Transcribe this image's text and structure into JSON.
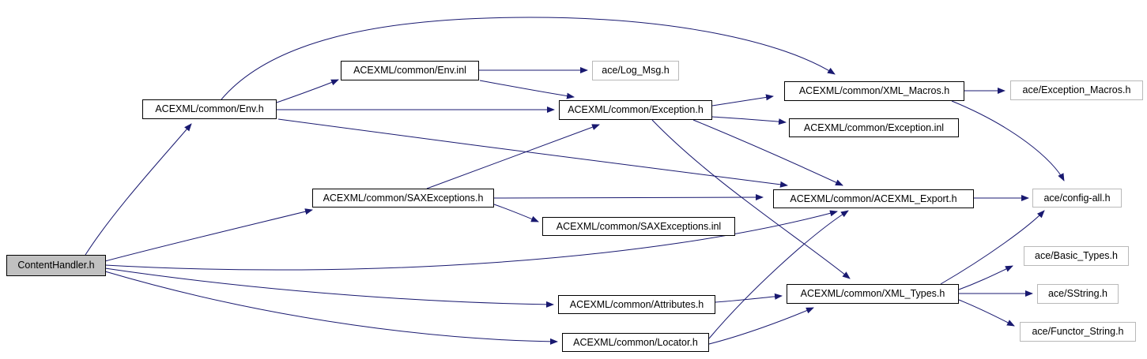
{
  "diagram": {
    "type": "include-dependency-graph",
    "root": "ContentHandler.h",
    "colors": {
      "edge": "#191970",
      "root_fill": "#c0c0c0",
      "node_fill": "#ffffff",
      "node_border": "#000000",
      "leaf_border": "#b9b9b9"
    },
    "nodes": [
      {
        "label": "ContentHandler.h",
        "kind": "root"
      },
      {
        "label": "ACEXML/common/Env.h",
        "kind": "internal"
      },
      {
        "label": "ACEXML/common/Env.inl",
        "kind": "internal"
      },
      {
        "label": "ace/Log_Msg.h",
        "kind": "external"
      },
      {
        "label": "ACEXML/common/Exception.h",
        "kind": "internal"
      },
      {
        "label": "ACEXML/common/XML_Macros.h",
        "kind": "internal"
      },
      {
        "label": "ace/Exception_Macros.h",
        "kind": "external"
      },
      {
        "label": "ACEXML/common/Exception.inl",
        "kind": "internal"
      },
      {
        "label": "ACEXML/common/SAXExceptions.h",
        "kind": "internal"
      },
      {
        "label": "ACEXML/common/SAXExceptions.inl",
        "kind": "internal"
      },
      {
        "label": "ACEXML/common/ACEXML_Export.h",
        "kind": "internal"
      },
      {
        "label": "ace/config-all.h",
        "kind": "external"
      },
      {
        "label": "ACEXML/common/Attributes.h",
        "kind": "internal"
      },
      {
        "label": "ACEXML/common/Locator.h",
        "kind": "internal"
      },
      {
        "label": "ACEXML/common/XML_Types.h",
        "kind": "internal"
      },
      {
        "label": "ace/Basic_Types.h",
        "kind": "external"
      },
      {
        "label": "ace/SString.h",
        "kind": "external"
      },
      {
        "label": "ace/Functor_String.h",
        "kind": "external"
      }
    ],
    "edges": [
      {
        "from": "ContentHandler.h",
        "to": "ACEXML/common/Env.h"
      },
      {
        "from": "ContentHandler.h",
        "to": "ACEXML/common/SAXExceptions.h"
      },
      {
        "from": "ContentHandler.h",
        "to": "ACEXML/common/ACEXML_Export.h"
      },
      {
        "from": "ContentHandler.h",
        "to": "ACEXML/common/Attributes.h"
      },
      {
        "from": "ContentHandler.h",
        "to": "ACEXML/common/Locator.h"
      },
      {
        "from": "ACEXML/common/Env.h",
        "to": "ACEXML/common/Env.inl"
      },
      {
        "from": "ACEXML/common/Env.h",
        "to": "ACEXML/common/Exception.h"
      },
      {
        "from": "ACEXML/common/Env.h",
        "to": "ACEXML/common/XML_Macros.h"
      },
      {
        "from": "ACEXML/common/Env.h",
        "to": "ACEXML/common/ACEXML_Export.h"
      },
      {
        "from": "ACEXML/common/Env.inl",
        "to": "ace/Log_Msg.h"
      },
      {
        "from": "ACEXML/common/Env.inl",
        "to": "ACEXML/common/Exception.h"
      },
      {
        "from": "ACEXML/common/Exception.h",
        "to": "ACEXML/common/XML_Macros.h"
      },
      {
        "from": "ACEXML/common/Exception.h",
        "to": "ACEXML/common/Exception.inl"
      },
      {
        "from": "ACEXML/common/Exception.h",
        "to": "ACEXML/common/ACEXML_Export.h"
      },
      {
        "from": "ACEXML/common/Exception.h",
        "to": "ACEXML/common/XML_Types.h"
      },
      {
        "from": "ACEXML/common/SAXExceptions.h",
        "to": "ACEXML/common/Exception.h"
      },
      {
        "from": "ACEXML/common/SAXExceptions.h",
        "to": "ACEXML/common/ACEXML_Export.h"
      },
      {
        "from": "ACEXML/common/SAXExceptions.h",
        "to": "ACEXML/common/SAXExceptions.inl"
      },
      {
        "from": "ACEXML/common/Attributes.h",
        "to": "ACEXML/common/XML_Types.h"
      },
      {
        "from": "ACEXML/common/Locator.h",
        "to": "ACEXML/common/ACEXML_Export.h"
      },
      {
        "from": "ACEXML/common/Locator.h",
        "to": "ACEXML/common/XML_Types.h"
      },
      {
        "from": "ACEXML/common/XML_Macros.h",
        "to": "ace/Exception_Macros.h"
      },
      {
        "from": "ACEXML/common/XML_Macros.h",
        "to": "ace/config-all.h"
      },
      {
        "from": "ACEXML/common/ACEXML_Export.h",
        "to": "ace/config-all.h"
      },
      {
        "from": "ACEXML/common/XML_Types.h",
        "to": "ace/config-all.h"
      },
      {
        "from": "ACEXML/common/XML_Types.h",
        "to": "ace/Basic_Types.h"
      },
      {
        "from": "ACEXML/common/XML_Types.h",
        "to": "ace/SString.h"
      },
      {
        "from": "ACEXML/common/XML_Types.h",
        "to": "ace/Functor_String.h"
      }
    ]
  }
}
